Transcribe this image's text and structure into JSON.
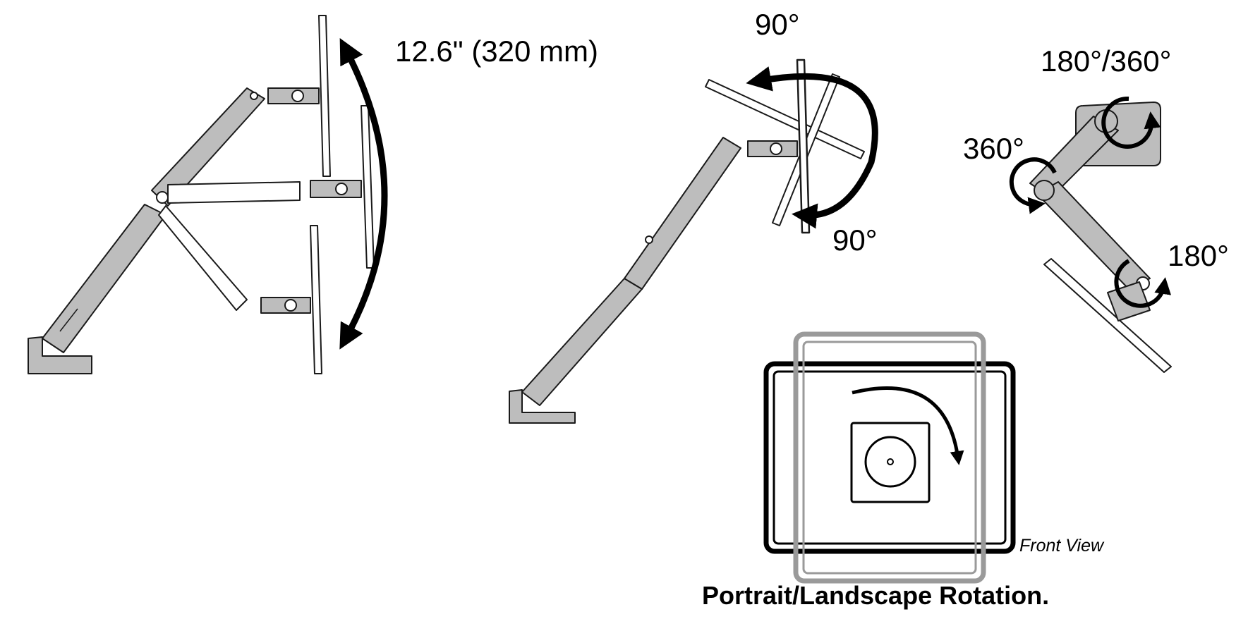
{
  "height_adjust": {
    "label": "12.6\" (320 mm)"
  },
  "tilt": {
    "label_top": "90°",
    "label_bottom": "90°"
  },
  "swivel": {
    "label_top": "180°/360°",
    "label_mid": "360°",
    "label_bottom": "180°"
  },
  "front_view": {
    "label": "Front View",
    "caption": "Portrait/Landscape Rotation."
  },
  "colors": {
    "arm_fill": "#bdbdbd",
    "outline": "#1a1a1a",
    "ghost_outline": "#9a9a9a"
  }
}
